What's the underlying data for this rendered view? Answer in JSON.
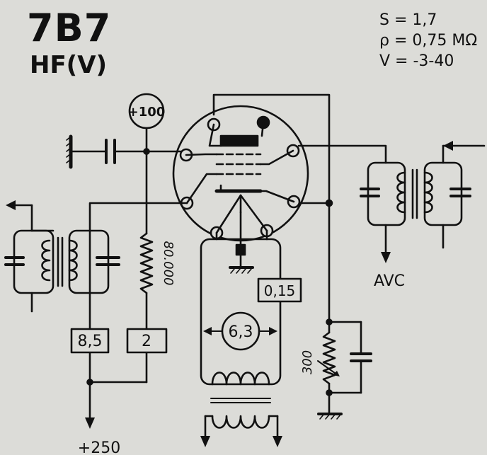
{
  "header": {
    "tube_type": "7B7",
    "function": "HF(V)"
  },
  "parameters": [
    {
      "symbol": "S",
      "value": "1,7"
    },
    {
      "symbol": "ρ",
      "value": "0,75 MΩ"
    },
    {
      "symbol": "V",
      "value": "-3-40"
    }
  ],
  "voltages": {
    "screen": "+100",
    "supply": "+250",
    "heater": "6,3"
  },
  "resistors": {
    "screen": "80.000",
    "cathode": "300"
  },
  "currents": {
    "plate": "8,5",
    "screen": "2",
    "heater": "0,15"
  },
  "labels": {
    "avc": "AVC"
  }
}
